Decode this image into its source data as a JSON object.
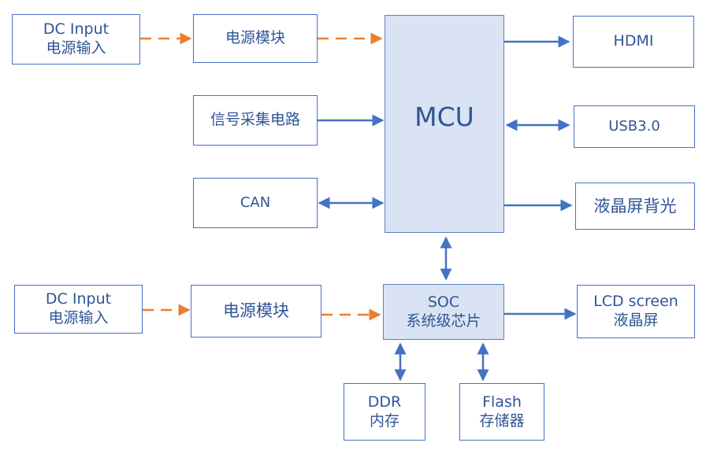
{
  "colors": {
    "border": "#4472c4",
    "text": "#2f5597",
    "fill": "#dae3f3",
    "power_arrow": "#ed7d31",
    "signal_arrow": "#4472c4"
  },
  "nodes": {
    "dc_input_top": {
      "line1": "DC Input",
      "line2": "电源输入"
    },
    "power_module_top": {
      "line1": "电源模块"
    },
    "signal_acq": {
      "line1": "信号采集电路"
    },
    "can": {
      "line1": "CAN"
    },
    "mcu": {
      "line1": "MCU"
    },
    "hdmi": {
      "line1": "HDMI"
    },
    "usb": {
      "line1": "USB3.0"
    },
    "backlight": {
      "line1": "液晶屏背光"
    },
    "dc_input_bottom": {
      "line1": "DC Input",
      "line2": "电源输入"
    },
    "power_module_bottom": {
      "line1": "电源模块"
    },
    "soc": {
      "line1": "SOC",
      "line2": "系统级芯片"
    },
    "lcd": {
      "line1": "LCD screen",
      "line2": "液晶屏"
    },
    "ddr": {
      "line1": "DDR",
      "line2": "内存"
    },
    "flash": {
      "line1": "Flash",
      "line2": "存储器"
    }
  },
  "connections": [
    {
      "from": "DC Input 电源输入",
      "to": "电源模块",
      "style": "dashed",
      "color": "orange",
      "direction": "one-way"
    },
    {
      "from": "电源模块",
      "to": "MCU",
      "style": "dashed",
      "color": "orange",
      "direction": "one-way"
    },
    {
      "from": "信号采集电路",
      "to": "MCU",
      "style": "solid",
      "direction": "one-way"
    },
    {
      "from": "CAN",
      "to": "MCU",
      "style": "solid",
      "direction": "two-way"
    },
    {
      "from": "MCU",
      "to": "HDMI",
      "style": "solid",
      "direction": "one-way"
    },
    {
      "from": "MCU",
      "to": "USB3.0",
      "style": "solid",
      "direction": "two-way"
    },
    {
      "from": "MCU",
      "to": "液晶屏背光",
      "style": "solid",
      "direction": "one-way"
    },
    {
      "from": "MCU",
      "to": "SOC",
      "style": "solid",
      "direction": "two-way"
    },
    {
      "from": "DC Input 电源输入",
      "to": "电源模块",
      "style": "dashed",
      "color": "orange",
      "direction": "one-way"
    },
    {
      "from": "电源模块",
      "to": "SOC",
      "style": "dashed",
      "color": "orange",
      "direction": "one-way"
    },
    {
      "from": "SOC",
      "to": "LCD screen",
      "style": "solid",
      "direction": "one-way"
    },
    {
      "from": "SOC",
      "to": "DDR",
      "style": "solid",
      "direction": "two-way"
    },
    {
      "from": "SOC",
      "to": "Flash",
      "style": "solid",
      "direction": "two-way"
    }
  ]
}
